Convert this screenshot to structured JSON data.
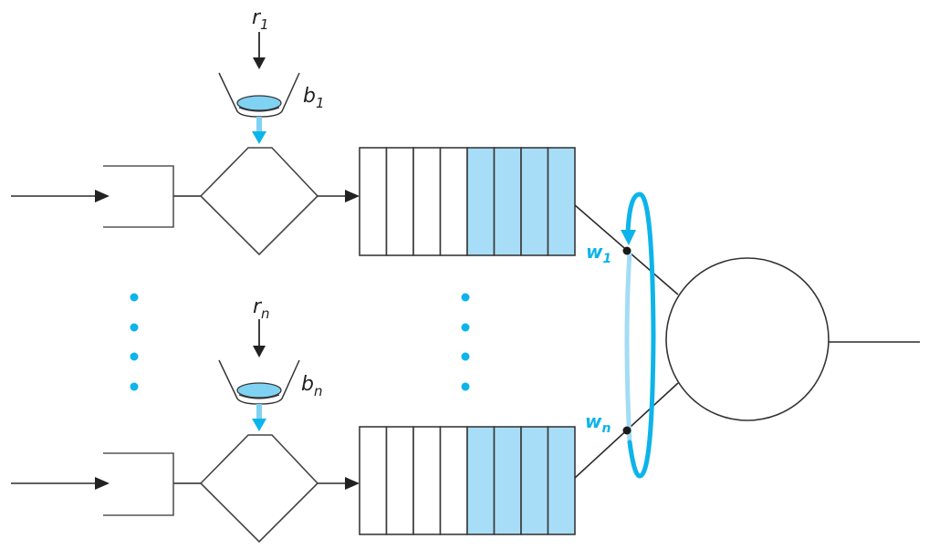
{
  "diagram": {
    "type": "weighted fair queueing with token buckets",
    "colors": {
      "stroke": "#2b2b2b",
      "accent": "#0db4ea",
      "queue_fill": "#a8ddf7",
      "token_fill": "#7fd2f2",
      "ring_light": "#a3dcf5"
    },
    "flows": [
      {
        "id": "flow-1",
        "rate_label": "r",
        "rate_sub": "1",
        "bucket_label": "b",
        "bucket_sub": "1",
        "weight_label": "w",
        "weight_sub": "1",
        "queue_slots": 8,
        "queue_filled": 4
      },
      {
        "id": "flow-n",
        "rate_label": "r",
        "rate_sub": "n",
        "bucket_label": "b",
        "bucket_sub": "n",
        "weight_label": "w",
        "weight_sub": "n",
        "queue_slots": 8,
        "queue_filled": 4
      }
    ],
    "ellipsis_dots": 4,
    "icons": {
      "arrow": "arrow-right",
      "token": "token-disk",
      "scheduler": "round-robin-ring"
    }
  }
}
